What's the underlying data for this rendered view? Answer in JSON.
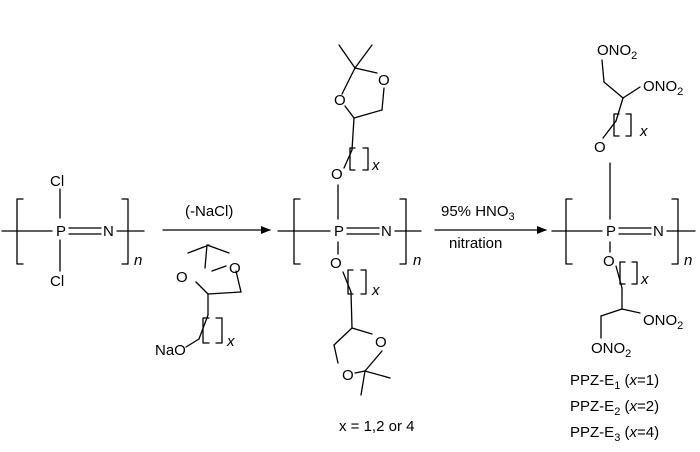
{
  "atoms": {
    "P": "P",
    "N": "N",
    "Cl": "Cl",
    "O": "O",
    "NaO": "NaO",
    "ONO": "ONO",
    "sub_2": "2",
    "sub_3": "3"
  },
  "indices": {
    "n": "n",
    "x": "x"
  },
  "arrows": {
    "step1_reagent": "(-NaCl)",
    "step2_reagent_prefix": "95% HNO",
    "step2_condition": "nitration"
  },
  "notes": {
    "x_values": "x = 1,2 or 4"
  },
  "products": [
    {
      "prefix": "PPZ-E",
      "sub": "1",
      "x_label": "x",
      "x_value": "=1"
    },
    {
      "prefix": "PPZ-E",
      "sub": "2",
      "x_label": "x",
      "x_value": "=2"
    },
    {
      "prefix": "PPZ-E",
      "sub": "3",
      "x_label": "x",
      "x_value": "=4"
    }
  ]
}
